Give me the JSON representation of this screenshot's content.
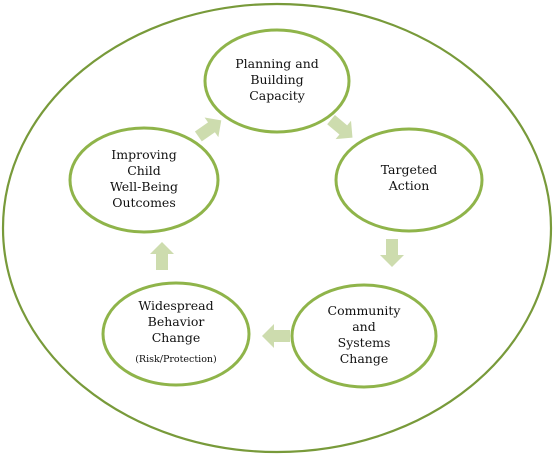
{
  "colors": {
    "outer_ring": "#789a3a",
    "node_border": "#8fb44a",
    "arrow_fill": "#cddcae",
    "text": "#111111"
  },
  "nodes": [
    {
      "id": "planning",
      "lines": [
        "Planning and",
        "Building",
        "Capacity"
      ]
    },
    {
      "id": "targeted",
      "lines": [
        "Targeted",
        "Action"
      ]
    },
    {
      "id": "community",
      "lines": [
        "Community",
        "and",
        "Systems",
        "Change"
      ]
    },
    {
      "id": "widespread",
      "lines": [
        "Widespread",
        "Behavior",
        "Change"
      ],
      "note": "(Risk/Protection)"
    },
    {
      "id": "improving",
      "lines": [
        "Improving",
        "Child",
        "Well-Being",
        "Outcomes"
      ]
    }
  ],
  "arrows": [
    {
      "from": "planning",
      "to": "targeted",
      "icon": "arrow-right-down-icon"
    },
    {
      "from": "targeted",
      "to": "community",
      "icon": "arrow-down-icon"
    },
    {
      "from": "community",
      "to": "widespread",
      "icon": "arrow-left-icon"
    },
    {
      "from": "widespread",
      "to": "improving",
      "icon": "arrow-up-icon"
    },
    {
      "from": "improving",
      "to": "planning",
      "icon": "arrow-up-right-icon"
    }
  ]
}
